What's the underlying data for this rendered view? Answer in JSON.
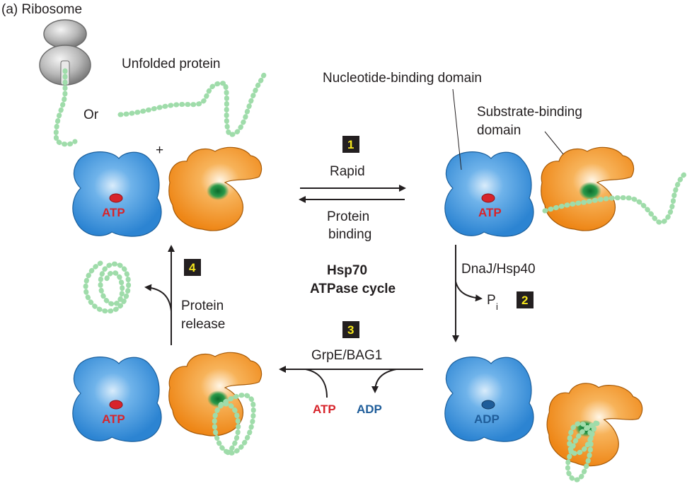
{
  "panel_label": "(a)  Ribosome",
  "unfolded_protein_label": "Unfolded protein",
  "or_label": "Or",
  "plus_sign": "+",
  "domain_labels": {
    "nucleotide_binding": "Nucleotide-binding domain",
    "substrate_binding_line1": "Substrate-binding",
    "substrate_binding_line2": "domain"
  },
  "cycle_title_line1": "Hsp70",
  "cycle_title_line2": "ATPase cycle",
  "steps": [
    {
      "number": "1",
      "label_line1": "Rapid",
      "label_line2": "Protein",
      "label_line3": "binding"
    },
    {
      "number": "2",
      "label_line1": "DnaJ/Hsp40",
      "product": "P",
      "product_sub": "i"
    },
    {
      "number": "3",
      "label_line1": "GrpE/BAG1",
      "in": "ATP",
      "out": "ADP"
    },
    {
      "number": "4",
      "label_line1": "Protein",
      "label_line2": "release"
    }
  ],
  "nucleotide_states": {
    "top_left": "ATP",
    "top_right": "ATP",
    "bottom_right": "ADP",
    "bottom_left": "ATP"
  },
  "colors": {
    "nbd_blue": "#3a8fd6",
    "sbd_orange": "#f08a1c",
    "substrate_green": "#9fdcaa",
    "atp_red": "#d7242b",
    "adp_blue": "#1f5d9a",
    "step_box": "#231f20",
    "step_number": "#f5e61d"
  }
}
